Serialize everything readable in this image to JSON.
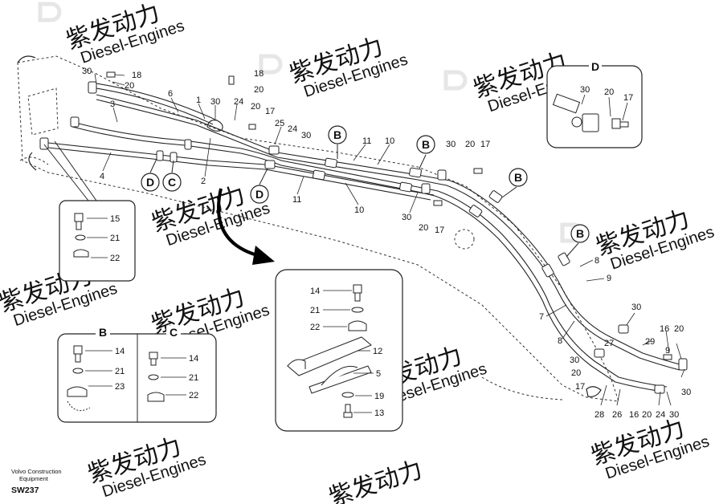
{
  "watermark": {
    "brand": "紫发动力",
    "sub": "Diesel-Engines"
  },
  "caption": {
    "line1": "Volvo Construction",
    "line2": "Equipment",
    "code": "SW237"
  },
  "section_markers": {
    "B": "B",
    "C": "C",
    "D": "D"
  },
  "panels": {
    "detail_d": {
      "title": "D",
      "parts": [
        "30",
        "20",
        "17"
      ]
    },
    "bracket_left": {
      "parts": [
        "15",
        "21",
        "22"
      ]
    },
    "section_b": {
      "title": "B",
      "parts": [
        "14",
        "21",
        "23"
      ]
    },
    "section_c": {
      "title": "C",
      "parts": [
        "14",
        "21",
        "22"
      ]
    },
    "clamp_detail": {
      "parts": [
        "14",
        "21",
        "22",
        "12",
        "5",
        "19",
        "13"
      ]
    }
  },
  "callouts": {
    "c_30a": "30",
    "c_18a": "18",
    "c_20a": "20",
    "c_6": "6",
    "c_3": "3",
    "c_4": "4",
    "c_1": "1",
    "c_30b": "30",
    "c_24a": "24",
    "c_18b": "18",
    "c_20b": "20",
    "c_20c": "20",
    "c_17a": "17",
    "c_2": "2",
    "c_25": "25",
    "c_24b": "24",
    "c_30c": "30",
    "c_11a": "11",
    "c_10a": "10",
    "c_30d": "30",
    "c_20d": "20",
    "c_17b": "17",
    "c_11b": "11",
    "c_10b": "10",
    "c_30e": "30",
    "c_20e": "20",
    "c_17c": "17",
    "c_8a": "8",
    "c_9a": "9",
    "c_7": "7",
    "c_30f": "30",
    "c_16a": "16",
    "c_20f": "20",
    "c_8b": "8",
    "c_27": "27",
    "c_29": "29",
    "c_9b": "9",
    "c_30g": "30",
    "c_20g": "20",
    "c_17d": "17",
    "c_30h": "30",
    "c_28": "28",
    "c_26": "26",
    "c_16b": "16",
    "c_20h": "20",
    "c_24c": "24",
    "c_30i": "30"
  }
}
